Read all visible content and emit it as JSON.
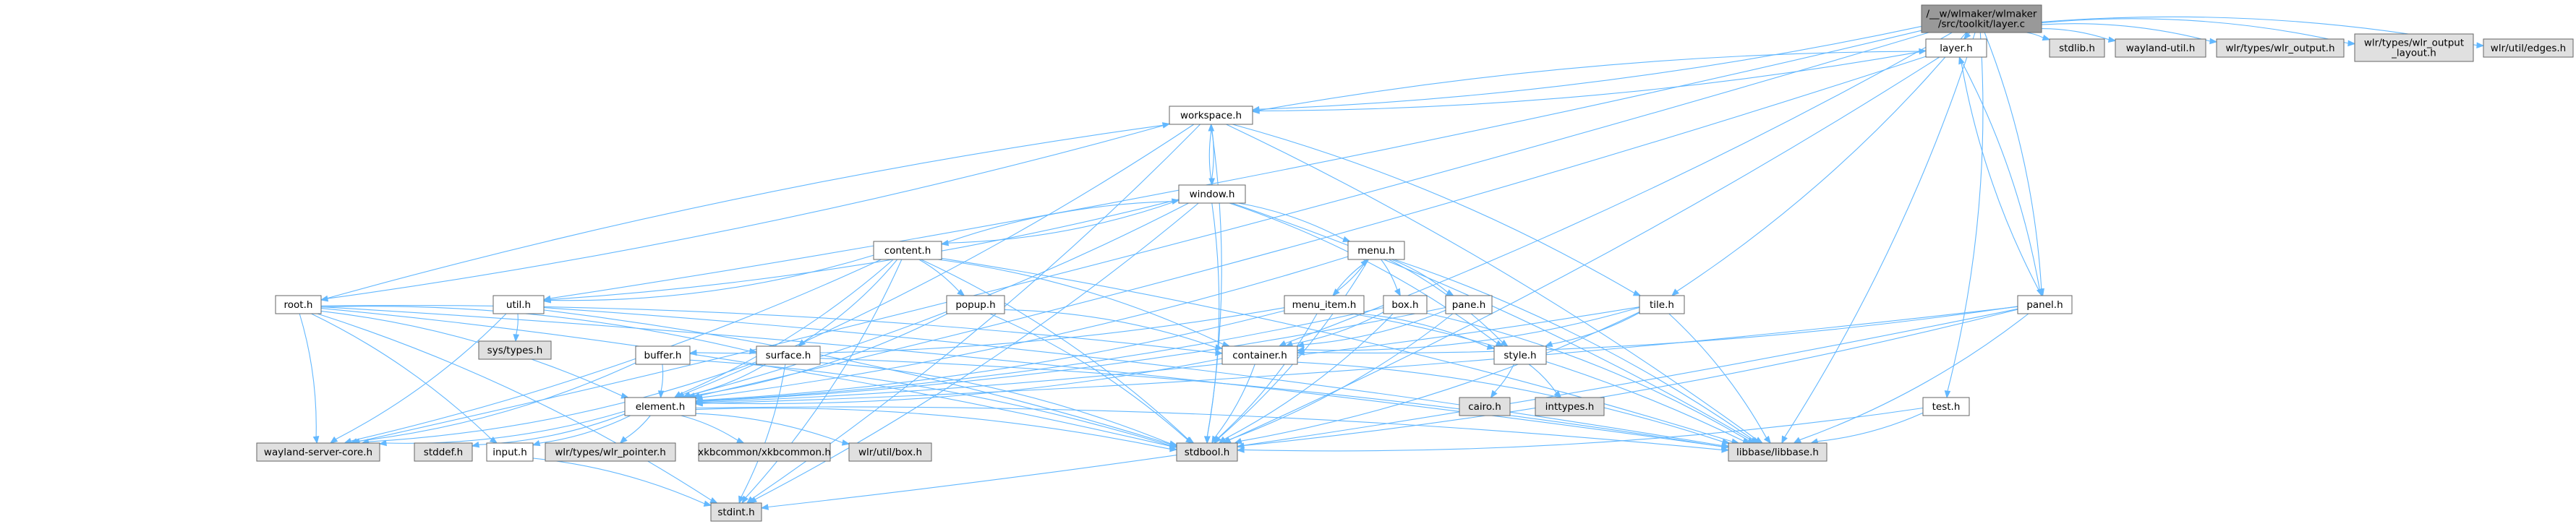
{
  "colors": {
    "node_fill": "#ffffff",
    "root_fill": "#999999",
    "system_fill": "#e0e0e0",
    "node_border": "#666666",
    "edge": "#63b8ff"
  },
  "nodes": [
    {
      "id": "root",
      "label": "/__w/wlmaker/wlmaker\n/src/toolkit/layer.c",
      "kind": "root"
    },
    {
      "id": "layer_h",
      "label": "layer.h",
      "kind": "local"
    },
    {
      "id": "stdlib_h",
      "label": "stdlib.h",
      "kind": "system"
    },
    {
      "id": "wayland_util_h",
      "label": "wayland-util.h",
      "kind": "system"
    },
    {
      "id": "wlr_output_h",
      "label": "wlr/types/wlr_output.h",
      "kind": "system"
    },
    {
      "id": "wlr_output_layout_h",
      "label": "wlr/types/wlr_output\n_layout.h",
      "kind": "system"
    },
    {
      "id": "wlr_edges_h",
      "label": "wlr/util/edges.h",
      "kind": "system"
    },
    {
      "id": "workspace_h",
      "label": "workspace.h",
      "kind": "local"
    },
    {
      "id": "window_h",
      "label": "window.h",
      "kind": "local"
    },
    {
      "id": "content_h",
      "label": "content.h",
      "kind": "local"
    },
    {
      "id": "menu_h",
      "label": "menu.h",
      "kind": "local"
    },
    {
      "id": "root_h",
      "label": "root.h",
      "kind": "local"
    },
    {
      "id": "util_h",
      "label": "util.h",
      "kind": "local"
    },
    {
      "id": "popup_h",
      "label": "popup.h",
      "kind": "local"
    },
    {
      "id": "menu_item_h",
      "label": "menu_item.h",
      "kind": "local"
    },
    {
      "id": "box_h",
      "label": "box.h",
      "kind": "local"
    },
    {
      "id": "pane_h",
      "label": "pane.h",
      "kind": "local"
    },
    {
      "id": "tile_h",
      "label": "tile.h",
      "kind": "local"
    },
    {
      "id": "panel_h",
      "label": "panel.h",
      "kind": "local"
    },
    {
      "id": "sys_types_h",
      "label": "sys/types.h",
      "kind": "system"
    },
    {
      "id": "buffer_h",
      "label": "buffer.h",
      "kind": "local"
    },
    {
      "id": "surface_h",
      "label": "surface.h",
      "kind": "local"
    },
    {
      "id": "container_h",
      "label": "container.h",
      "kind": "local"
    },
    {
      "id": "style_h",
      "label": "style.h",
      "kind": "local"
    },
    {
      "id": "cairo_h",
      "label": "cairo.h",
      "kind": "system"
    },
    {
      "id": "inttypes_h",
      "label": "inttypes.h",
      "kind": "system"
    },
    {
      "id": "element_h",
      "label": "element.h",
      "kind": "local"
    },
    {
      "id": "test_h",
      "label": "test.h",
      "kind": "local"
    },
    {
      "id": "wayland_server_core_h",
      "label": "wayland-server-core.h",
      "kind": "system"
    },
    {
      "id": "stddef_h",
      "label": "stddef.h",
      "kind": "system"
    },
    {
      "id": "input_h",
      "label": "input.h",
      "kind": "local"
    },
    {
      "id": "wlr_pointer_h",
      "label": "wlr/types/wlr_pointer.h",
      "kind": "system"
    },
    {
      "id": "xkbcommon_h",
      "label": "xkbcommon/xkbcommon.h",
      "kind": "system"
    },
    {
      "id": "wlr_box_h",
      "label": "wlr/util/box.h",
      "kind": "system"
    },
    {
      "id": "stdbool_h",
      "label": "stdbool.h",
      "kind": "system"
    },
    {
      "id": "libbase_h",
      "label": "libbase/libbase.h",
      "kind": "system"
    },
    {
      "id": "stdint_h",
      "label": "stdint.h",
      "kind": "system"
    }
  ],
  "edges": [
    [
      "root",
      "layer_h"
    ],
    [
      "root",
      "stdlib_h"
    ],
    [
      "root",
      "wayland_util_h"
    ],
    [
      "root",
      "wlr_output_h"
    ],
    [
      "root",
      "wlr_output_layout_h"
    ],
    [
      "root",
      "wlr_edges_h"
    ],
    [
      "root",
      "workspace_h"
    ],
    [
      "root",
      "util_h"
    ],
    [
      "root",
      "container_h"
    ],
    [
      "root",
      "tile_h"
    ],
    [
      "root",
      "panel_h"
    ],
    [
      "root",
      "test_h"
    ],
    [
      "root",
      "libbase_h"
    ],
    [
      "root",
      "wayland_server_core_h"
    ],
    [
      "layer_h",
      "workspace_h"
    ],
    [
      "layer_h",
      "panel_h"
    ],
    [
      "layer_h",
      "stdbool_h"
    ],
    [
      "layer_h",
      "element_h"
    ],
    [
      "workspace_h",
      "layer_h"
    ],
    [
      "workspace_h",
      "window_h"
    ],
    [
      "workspace_h",
      "root_h"
    ],
    [
      "workspace_h",
      "tile_h"
    ],
    [
      "workspace_h",
      "element_h"
    ],
    [
      "workspace_h",
      "stdbool_h"
    ],
    [
      "workspace_h",
      "libbase_h"
    ],
    [
      "workspace_h",
      "stdint_h"
    ],
    [
      "window_h",
      "workspace_h"
    ],
    [
      "window_h",
      "content_h"
    ],
    [
      "window_h",
      "menu_h"
    ],
    [
      "window_h",
      "util_h"
    ],
    [
      "window_h",
      "style_h"
    ],
    [
      "window_h",
      "element_h"
    ],
    [
      "window_h",
      "stdbool_h"
    ],
    [
      "window_h",
      "libbase_h"
    ],
    [
      "window_h",
      "stdint_h"
    ],
    [
      "content_h",
      "window_h"
    ],
    [
      "content_h",
      "util_h"
    ],
    [
      "content_h",
      "popup_h"
    ],
    [
      "content_h",
      "surface_h"
    ],
    [
      "content_h",
      "container_h"
    ],
    [
      "content_h",
      "element_h"
    ],
    [
      "content_h",
      "stdbool_h"
    ],
    [
      "content_h",
      "libbase_h"
    ],
    [
      "content_h",
      "wayland_server_core_h"
    ],
    [
      "content_h",
      "stdint_h"
    ],
    [
      "menu_h",
      "menu_item_h"
    ],
    [
      "menu_h",
      "box_h"
    ],
    [
      "menu_h",
      "pane_h"
    ],
    [
      "menu_h",
      "style_h"
    ],
    [
      "menu_h",
      "element_h"
    ],
    [
      "menu_h",
      "stdbool_h"
    ],
    [
      "menu_h",
      "libbase_h"
    ],
    [
      "root_h",
      "workspace_h"
    ],
    [
      "root_h",
      "surface_h"
    ],
    [
      "root_h",
      "container_h"
    ],
    [
      "root_h",
      "element_h"
    ],
    [
      "root_h",
      "input_h"
    ],
    [
      "root_h",
      "stdbool_h"
    ],
    [
      "root_h",
      "wayland_server_core_h"
    ],
    [
      "root_h",
      "libbase_h"
    ],
    [
      "root_h",
      "stdint_h"
    ],
    [
      "util_h",
      "sys_types_h"
    ],
    [
      "util_h",
      "wayland_server_core_h"
    ],
    [
      "util_h",
      "stdbool_h"
    ],
    [
      "util_h",
      "libbase_h"
    ],
    [
      "popup_h",
      "container_h"
    ],
    [
      "popup_h",
      "element_h"
    ],
    [
      "popup_h",
      "stdbool_h"
    ],
    [
      "menu_item_h",
      "menu_h"
    ],
    [
      "menu_item_h",
      "buffer_h"
    ],
    [
      "menu_item_h",
      "style_h"
    ],
    [
      "menu_item_h",
      "element_h"
    ],
    [
      "menu_item_h",
      "stdbool_h"
    ],
    [
      "menu_item_h",
      "libbase_h"
    ],
    [
      "box_h",
      "container_h"
    ],
    [
      "box_h",
      "element_h"
    ],
    [
      "box_h",
      "stdbool_h"
    ],
    [
      "box_h",
      "libbase_h"
    ],
    [
      "pane_h",
      "container_h"
    ],
    [
      "pane_h",
      "element_h"
    ],
    [
      "pane_h",
      "stdbool_h"
    ],
    [
      "tile_h",
      "container_h"
    ],
    [
      "tile_h",
      "style_h"
    ],
    [
      "tile_h",
      "element_h"
    ],
    [
      "tile_h",
      "stdbool_h"
    ],
    [
      "tile_h",
      "libbase_h"
    ],
    [
      "panel_h",
      "layer_h"
    ],
    [
      "panel_h",
      "container_h"
    ],
    [
      "panel_h",
      "element_h"
    ],
    [
      "panel_h",
      "stdbool_h"
    ],
    [
      "panel_h",
      "libbase_h"
    ],
    [
      "panel_h",
      "stdint_h"
    ],
    [
      "buffer_h",
      "element_h"
    ],
    [
      "buffer_h",
      "wayland_server_core_h"
    ],
    [
      "buffer_h",
      "stdbool_h"
    ],
    [
      "surface_h",
      "element_h"
    ],
    [
      "surface_h",
      "stdbool_h"
    ],
    [
      "surface_h",
      "libbase_h"
    ],
    [
      "surface_h",
      "wayland_server_core_h"
    ],
    [
      "surface_h",
      "stdint_h"
    ],
    [
      "container_h",
      "element_h"
    ],
    [
      "container_h",
      "stdbool_h"
    ],
    [
      "container_h",
      "libbase_h"
    ],
    [
      "style_h",
      "cairo_h"
    ],
    [
      "style_h",
      "inttypes_h"
    ],
    [
      "element_h",
      "wayland_server_core_h"
    ],
    [
      "element_h",
      "stddef_h"
    ],
    [
      "element_h",
      "input_h"
    ],
    [
      "element_h",
      "wlr_pointer_h"
    ],
    [
      "element_h",
      "xkbcommon_h"
    ],
    [
      "element_h",
      "wlr_box_h"
    ],
    [
      "element_h",
      "stdbool_h"
    ],
    [
      "element_h",
      "libbase_h"
    ],
    [
      "test_h",
      "stdbool_h"
    ],
    [
      "test_h",
      "libbase_h"
    ],
    [
      "input_h",
      "stdint_h"
    ]
  ]
}
